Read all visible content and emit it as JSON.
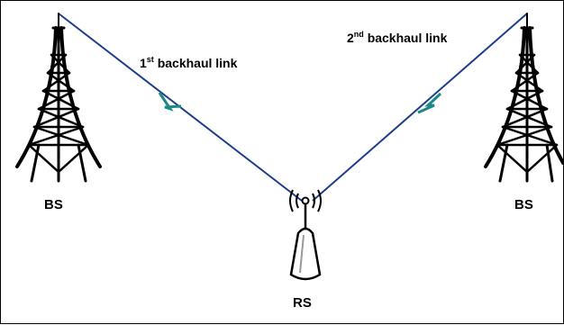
{
  "diagram": {
    "nodes": {
      "bs_left": {
        "label": "BS"
      },
      "bs_right": {
        "label": "BS"
      },
      "rs": {
        "label": "RS"
      }
    },
    "links": [
      {
        "ordinal": "1",
        "suffix": "st",
        "text": "backhaul link"
      },
      {
        "ordinal": "2",
        "suffix": "nd",
        "text": "backhaul link"
      }
    ],
    "colors": {
      "link_line": "#1f3d8a",
      "link_zigzag": "#1b8a86",
      "tower": "#000000"
    }
  }
}
